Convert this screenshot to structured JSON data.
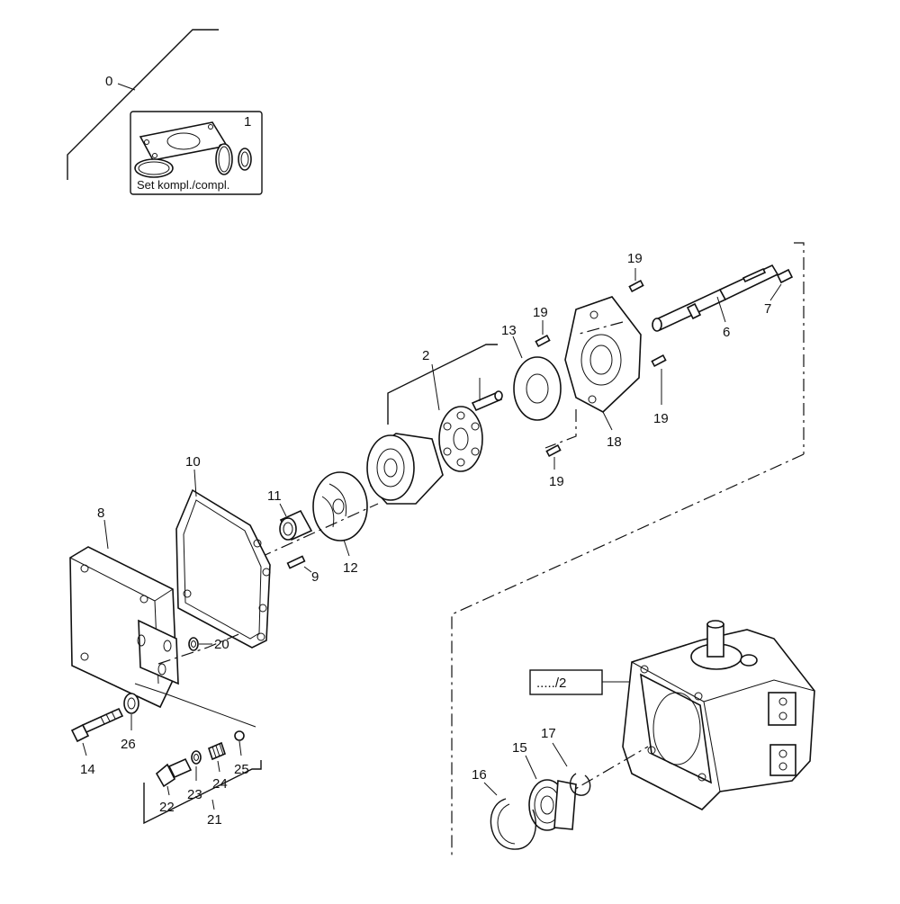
{
  "diagram": {
    "kit_caption": "Set kompl./compl.",
    "callouts": {
      "c0": "0",
      "c1": "1",
      "c2": "2",
      "c6": "6",
      "c7": "7",
      "c8": "8",
      "c9": "9",
      "c10": "10",
      "c11": "11",
      "c12": "12",
      "c13": "13",
      "c14": "14",
      "c15": "15",
      "c16": "16",
      "c17": "17",
      "c18": "18",
      "c19a": "19",
      "c19b": "19",
      "c19c": "19",
      "c19d": "19",
      "c20": "20",
      "c21": "21",
      "c22": "22",
      "c23": "23",
      "c24": "24",
      "c25": "25",
      "c26": "26"
    },
    "reference_box": "...../2"
  }
}
